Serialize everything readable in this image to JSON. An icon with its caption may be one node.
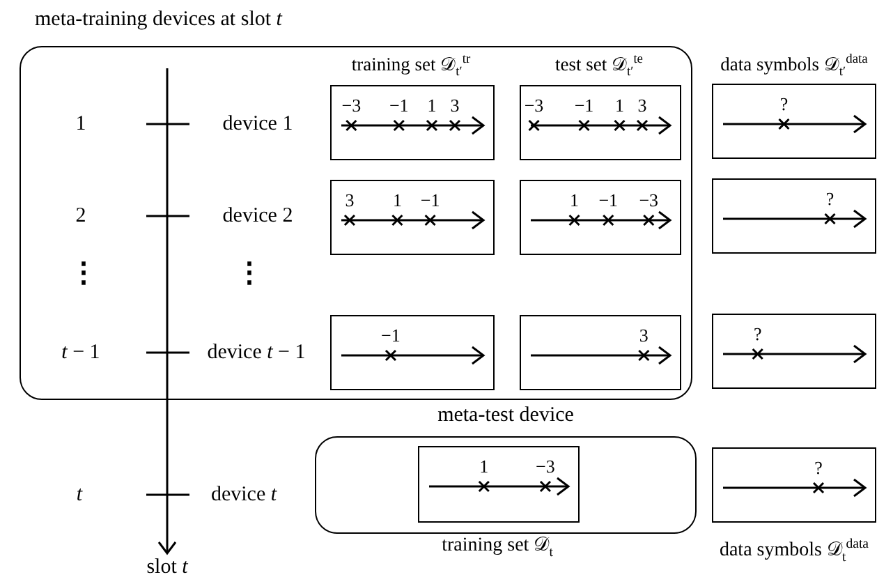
{
  "diagram": {
    "nodes": [
      {
        "text": [
          "meta-training devices at slot *t*"
        ]
      },
      {
        "text": [
          "−3",
          "−1",
          "1",
          "3"
        ],
        "in": 0
      },
      {
        "text": [
          "−3",
          "−1",
          "1",
          "3"
        ],
        "in": 0
      },
      {
        "text": [
          "3",
          "1",
          "−1"
        ],
        "in": 0
      },
      {
        "text": [
          "1",
          "−1",
          "−3"
        ],
        "in": 0
      },
      {
        "text": [
          "−1"
        ],
        "in": 0
      },
      {
        "text": [
          "3"
        ],
        "in": 0
      },
      {
        "text": [
          "?"
        ]
      },
      {
        "text": [
          "?"
        ]
      },
      {
        "text": [
          "?"
        ]
      },
      {
        "text": [
          "meta-test device"
        ]
      },
      {
        "text": [
          "1",
          "−3"
        ],
        "in": 10,
        "beside": [
          "training set 𝒟$_{t}$"
        ]
      },
      {
        "text": [
          "?"
        ],
        "beside": [
          "data symbols 𝒟$_{t}$$^{data}$"
        ]
      }
    ],
    "edges": [],
    "labels": [
      "training set 𝒟$_{t′}$$^{tr}$",
      "test set 𝒟$_{t′}$$^{te}$",
      "data symbols 𝒟$_{t′}$$^{data}$",
      "1",
      "device 1",
      "2",
      "device 2",
      "⋮",
      "⋮",
      "*t* − 1",
      "device *t* − 1",
      "*t*",
      "device *t*",
      "slot *t*"
    ]
  }
}
